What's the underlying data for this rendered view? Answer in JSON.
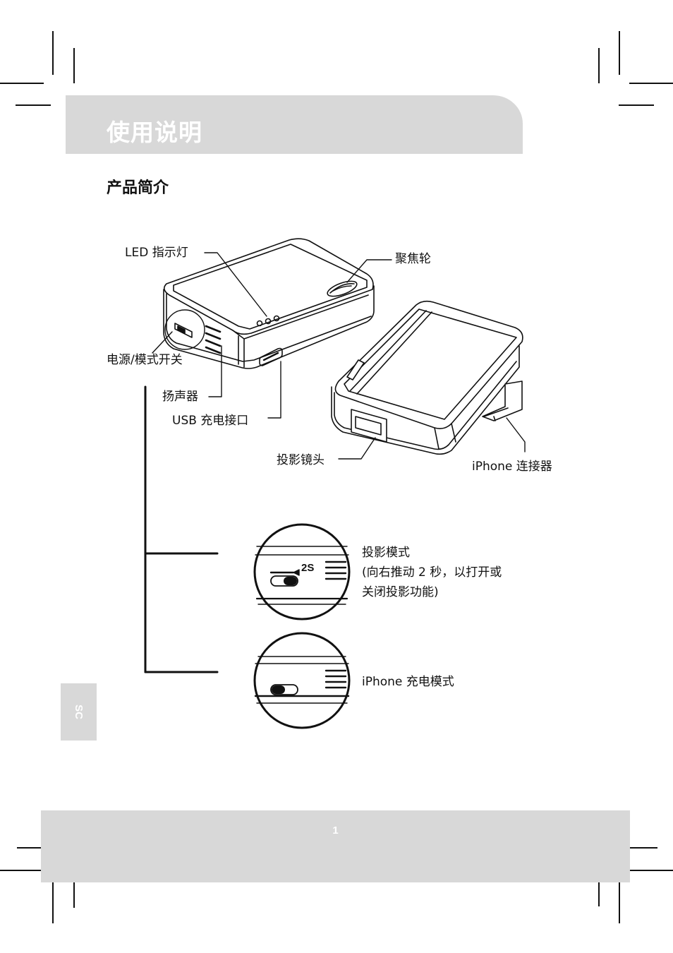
{
  "header": {
    "title": "使用说明"
  },
  "section": {
    "heading": "产品简介"
  },
  "callouts": {
    "led": "LED 指示灯",
    "focus": "聚焦轮",
    "power_switch": "电源/模式开关",
    "speaker": "扬声器",
    "usb": "USB 充电接口",
    "lens": "投影镜头",
    "iphone_connector": "iPhone 连接器"
  },
  "modes": {
    "projection": {
      "title": "投影模式",
      "line1": "(向右推动 2 秒，以打开或",
      "line2": "关闭投影功能)",
      "badge": "2S"
    },
    "charging": {
      "title": "iPhone 充电模式"
    }
  },
  "side_tab": {
    "label": "SC"
  },
  "footer": {
    "page_number": "1"
  }
}
